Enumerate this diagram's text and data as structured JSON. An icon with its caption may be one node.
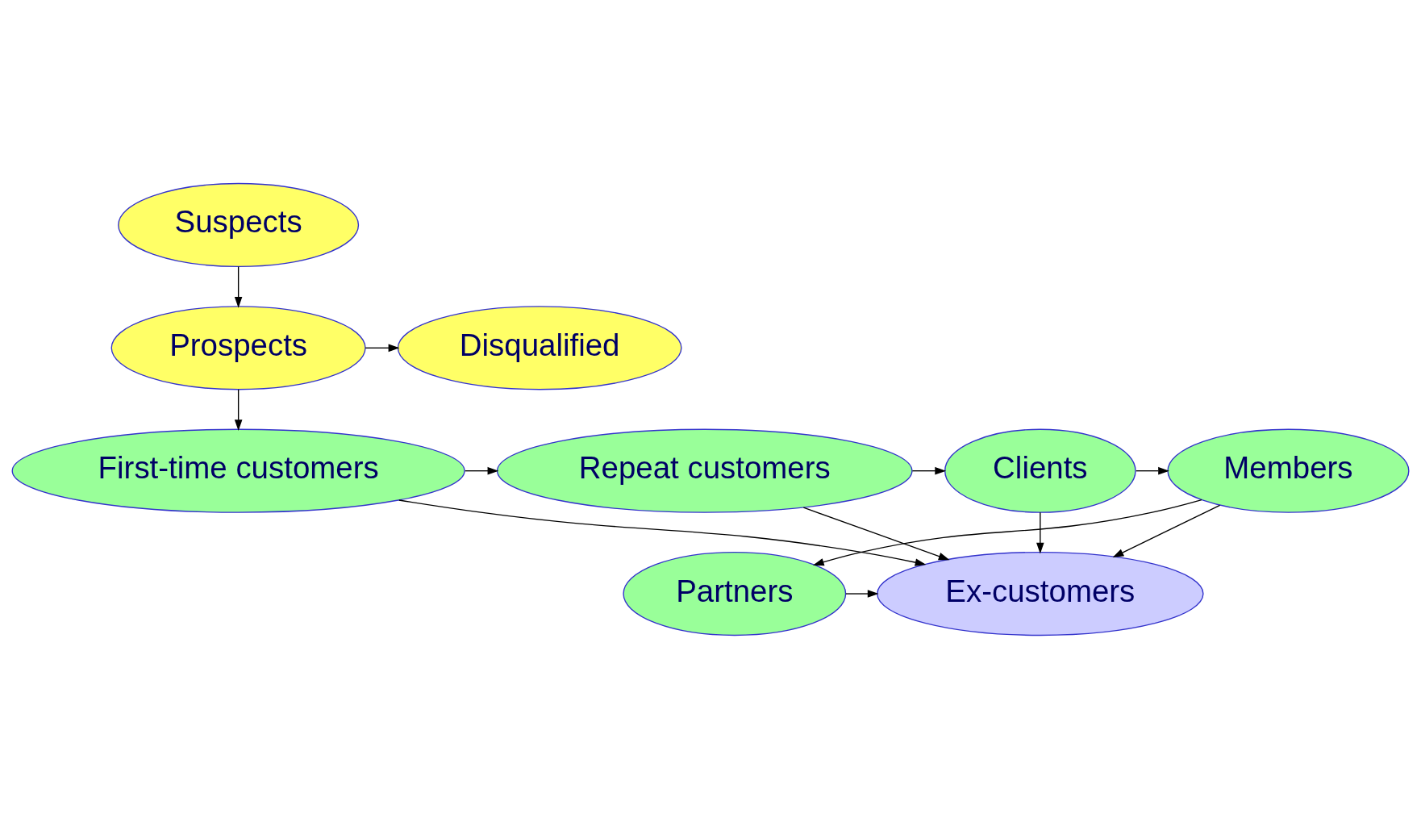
{
  "diagram": {
    "nodes": [
      {
        "text": [
          "Suspects"
        ]
      },
      {
        "text": [
          "Prospects"
        ]
      },
      {
        "text": [
          "Disqualified"
        ]
      },
      {
        "text": [
          "First-time customers"
        ]
      },
      {
        "text": [
          "Repeat customers"
        ]
      },
      {
        "text": [
          "Clients"
        ]
      },
      {
        "text": [
          "Members"
        ]
      },
      {
        "text": [
          "Partners"
        ]
      },
      {
        "text": [
          "Ex-customers"
        ]
      }
    ],
    "edges": [
      {
        "from": 0,
        "to": 1,
        "arrow": "to"
      },
      {
        "from": 1,
        "to": 2,
        "arrow": "to"
      },
      {
        "from": 1,
        "to": 3,
        "arrow": "to"
      },
      {
        "from": 3,
        "to": 4,
        "arrow": "to"
      },
      {
        "from": 4,
        "to": 5,
        "arrow": "to"
      },
      {
        "from": 5,
        "to": 6,
        "arrow": "to"
      },
      {
        "from": 6,
        "to": 7,
        "arrow": "to"
      },
      {
        "from": 3,
        "to": 8,
        "arrow": "to"
      },
      {
        "from": 4,
        "to": 8,
        "arrow": "to"
      },
      {
        "from": 5,
        "to": 8,
        "arrow": "to"
      },
      {
        "from": 6,
        "to": 8,
        "arrow": "to"
      },
      {
        "from": 7,
        "to": 8,
        "arrow": "to"
      }
    ]
  }
}
